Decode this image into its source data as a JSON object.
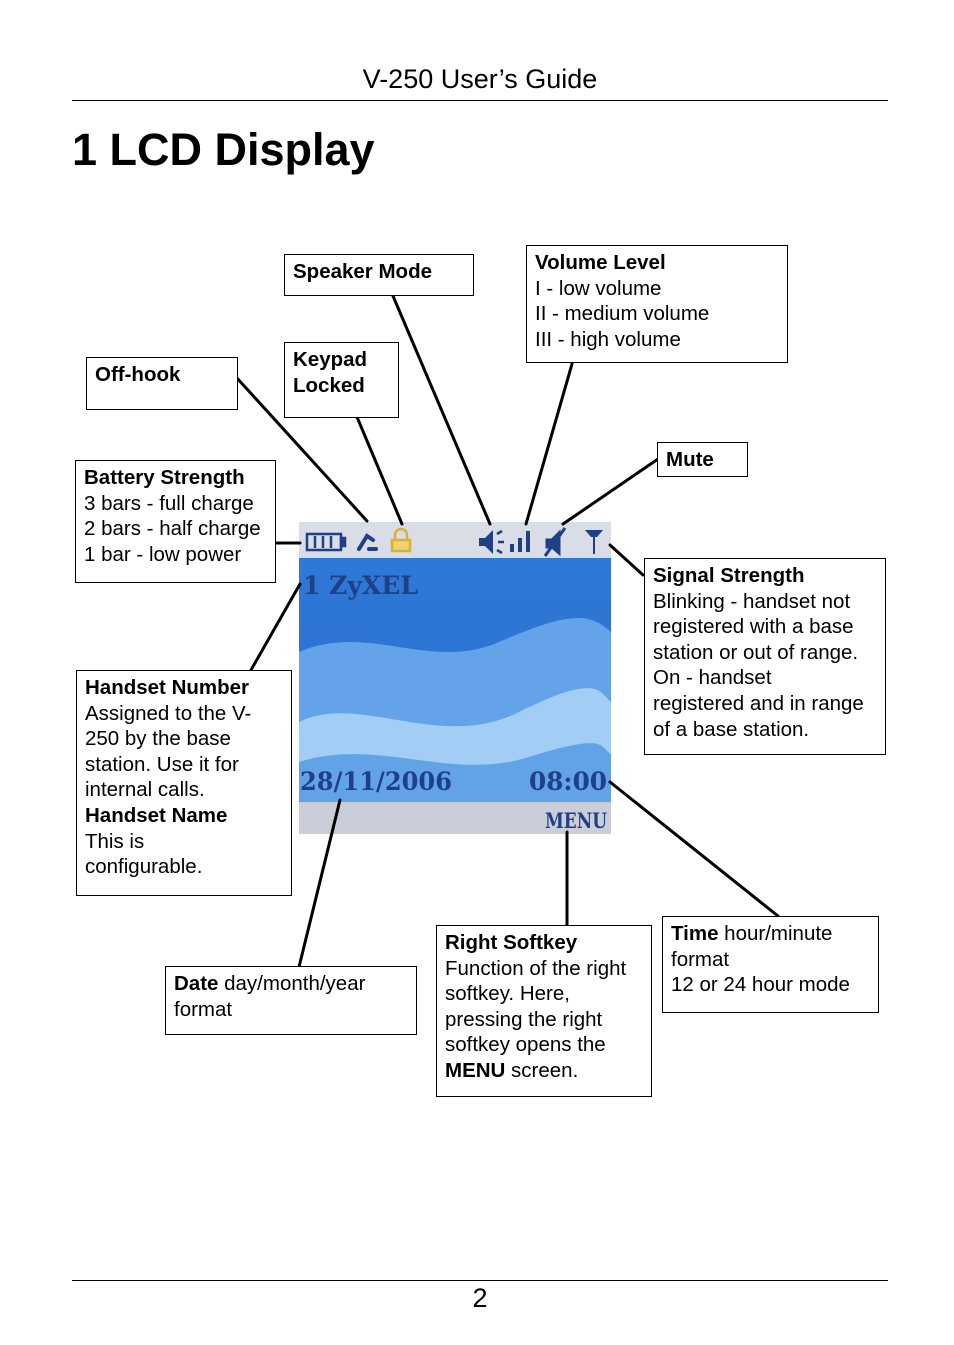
{
  "header": {
    "running_title": "V-250 User’s Guide"
  },
  "page": {
    "title": "1 LCD Display",
    "number": "2"
  },
  "lcd": {
    "handset_label": "1 ZyXEL",
    "date": "28/11/2006",
    "time": "08:00",
    "softkey": "MENU",
    "colors": {
      "status_bar": "#d8dde6",
      "screen_blue": "#3f86dd",
      "screen_light": "#8fc3f2",
      "icon": "#1f3f86"
    }
  },
  "callouts": {
    "speaker_mode": {
      "title": "Speaker Mode"
    },
    "volume_level": {
      "title": "Volume Level",
      "lines": [
        "I - low volume",
        "II - medium volume",
        "III - high volume"
      ]
    },
    "off_hook": {
      "title": "Off-hook"
    },
    "keypad_locked": {
      "title": "Keypad",
      "title2": "Locked"
    },
    "mute": {
      "title": "Mute"
    },
    "battery_strength": {
      "title": "Battery Strength",
      "lines": [
        "3 bars - full charge",
        "2 bars - half charge",
        "1 bar - low power"
      ]
    },
    "signal_strength": {
      "title": "Signal Strength",
      "lines": [
        "Blinking - handset not",
        "registered with a base",
        "station or out of range.",
        "On - handset",
        "registered and in range",
        "of a base station."
      ]
    },
    "handset_number": {
      "title": "Handset Number",
      "lines": [
        "Assigned to the V-",
        "250 by the base",
        "station. Use it for",
        "internal calls."
      ],
      "title2": "Handset Name",
      "lines2": [
        "This is",
        "configurable."
      ]
    },
    "date": {
      "title": "Date",
      "suffix": " day/month/year",
      "line2": "format"
    },
    "right_softkey": {
      "title": "Right Softkey",
      "lines": [
        "Function of the right",
        "softkey. Here,",
        "pressing the right",
        "softkey opens the"
      ],
      "last_bold": "MENU",
      "last_suffix": " screen."
    },
    "time": {
      "title": "Time",
      "suffix": " hour/minute",
      "lines": [
        "format",
        "12 or 24 hour mode"
      ]
    }
  }
}
